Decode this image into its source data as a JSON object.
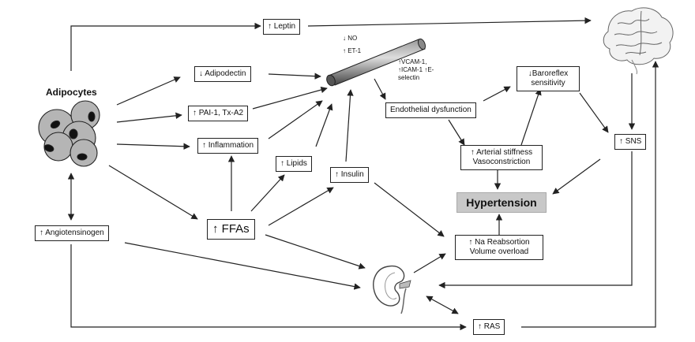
{
  "nodes": {
    "adipocytes": "Adipocytes",
    "leptin": "↑ Leptin",
    "adipodectin": "↓ Adipodectin",
    "pai1": "↑ PAI-1, Tx-A2",
    "inflammation": "↑ Inflammation",
    "lipids": "↑ Lipids",
    "insulin": "↑ Insulin",
    "ffas": "↑ FFAs",
    "angiotensinogen": "↑ Angiotensinogen",
    "no": "↓ NO",
    "et1": "↑ ET-1",
    "vcam_1": "↑VCAM-1,",
    "vcam_2": "↑ICAM-1 ↑E-",
    "vcam_3": "selectin",
    "endothelial": "Endothelial dysfunction",
    "baroreflex_1": "↓Baroreflex",
    "baroreflex_2": "sensitivity",
    "arterial_1": "↑ Arterial stiffness",
    "arterial_2": "Vasoconstriction",
    "sns": "↑ SNS",
    "hypertension": "Hypertension",
    "na_1": "↑ Na Reabsortion",
    "na_2": "Volume overload",
    "ras": "↑ RAS"
  },
  "colors": {
    "line": "#222222",
    "hypertension_fill": "#c8c8c8",
    "cell_fill": "#b5b5b5",
    "nucleus": "#111111"
  },
  "icons": [
    "adipocyte-cluster-icon",
    "blood-vessel-icon",
    "brain-icon",
    "kidney-icon"
  ]
}
